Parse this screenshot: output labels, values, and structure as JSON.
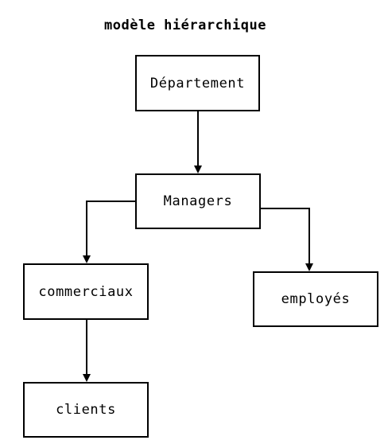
{
  "diagram": {
    "title": "modèle hiérarchique",
    "nodes": {
      "departement": "Département",
      "managers": "Managers",
      "commerciaux": "commerciaux",
      "employes": "employés",
      "clients": "clients"
    },
    "edges": [
      {
        "from": "departement",
        "to": "managers"
      },
      {
        "from": "managers",
        "to": "commerciaux"
      },
      {
        "from": "managers",
        "to": "employes"
      },
      {
        "from": "commerciaux",
        "to": "clients"
      }
    ],
    "line_color": "#000000"
  }
}
